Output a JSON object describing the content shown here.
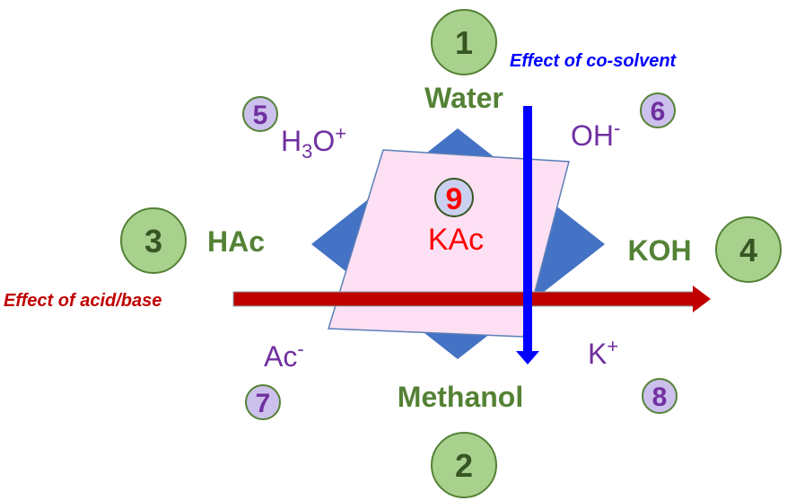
{
  "labels": {
    "water": "Water",
    "methanol": "Methanol",
    "hac": "HAc",
    "koh": "KOH",
    "kac": "KAc",
    "h3o_main": "H",
    "h3o_sub": "3",
    "h3o_o": "O",
    "h3o_sup": "+",
    "oh_main": "OH",
    "oh_sup": "-",
    "ac_main": "Ac",
    "ac_sup": "-",
    "k_main": "K",
    "k_sup": "+",
    "cosolvent": "Effect of co-solvent",
    "acidbase": "Effect of acid/base"
  },
  "numbers": [
    "1",
    "2",
    "3",
    "4",
    "5",
    "6",
    "7",
    "8",
    "9"
  ],
  "colors": {
    "green_circle": "#a9d18e",
    "green_text": "#548235",
    "purple": "#7030a0",
    "lavender": "#ccc0ec",
    "diamond": "#4472c4",
    "pink": "#fde0f3",
    "blue_arrow": "#0000ff",
    "red_arrow": "#c00000",
    "red_text": "#ff0000"
  }
}
